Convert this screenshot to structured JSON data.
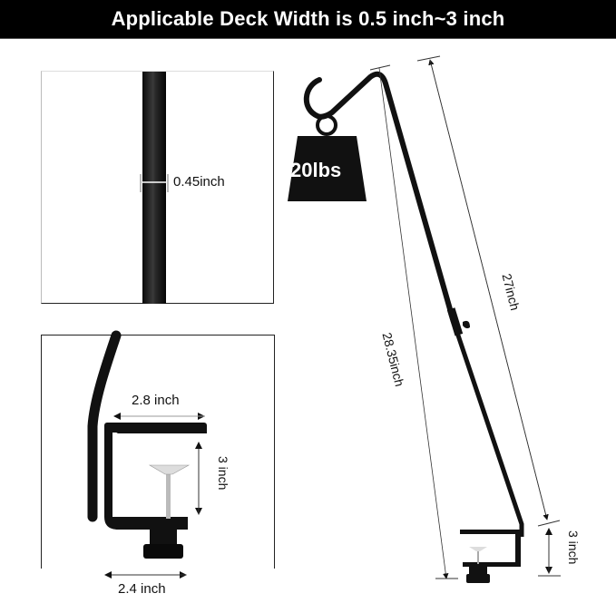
{
  "banner": {
    "title": "Applicable Deck Width is 0.5 inch~3 inch"
  },
  "colors": {
    "banner_bg": "#000000",
    "banner_text": "#ffffff",
    "product": "#111111",
    "background": "#ffffff"
  },
  "rod_detail": {
    "diameter_label": "0.45inch"
  },
  "clamp_detail": {
    "top_width_label": "2.8 inch",
    "opening_label": "3 inch",
    "base_width_label": "2.4 inch"
  },
  "full_view": {
    "weight_label": "20lbs",
    "height_label": "28.35inch",
    "length_label": "27inch",
    "clamp_opening_label": "3 inch"
  }
}
